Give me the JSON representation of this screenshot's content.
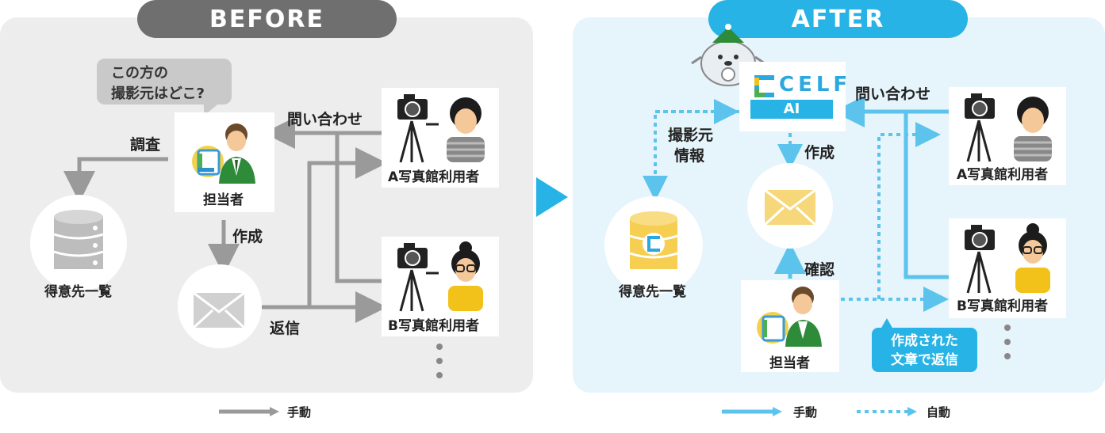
{
  "before": {
    "title": "BEFORE",
    "bubble_line1": "この方の",
    "bubble_line2": "撮影元はどこ?",
    "staff_label": "担当者",
    "customer_list_label": "得意先一覧",
    "user_a_label": "A写真館利用者",
    "user_b_label": "B写真館利用者",
    "inquiry_label": "問い合わせ",
    "investigate_label": "調査",
    "create_label": "作成",
    "reply_label": "返信"
  },
  "after": {
    "title": "AFTER",
    "celf_logo": "CELF",
    "celf_ai": "AI",
    "inquiry_label": "問い合わせ",
    "source_info_line1": "撮影元",
    "source_info_line2": "情報",
    "create_label": "作成",
    "confirm_label": "確認",
    "staff_label": "担当者",
    "customer_list_label": "得意先一覧",
    "user_a_label": "A写真館利用者",
    "user_b_label": "B写真館利用者",
    "reply_note_line1": "作成された",
    "reply_note_line2": "文章で返信"
  },
  "legend": {
    "manual_before": "手動",
    "manual_after": "手動",
    "auto": "自動"
  },
  "colors": {
    "gray_arrow": "#9a9a9a",
    "blue_arrow": "#5cc4ec",
    "accent_blue": "#27b3e6"
  }
}
